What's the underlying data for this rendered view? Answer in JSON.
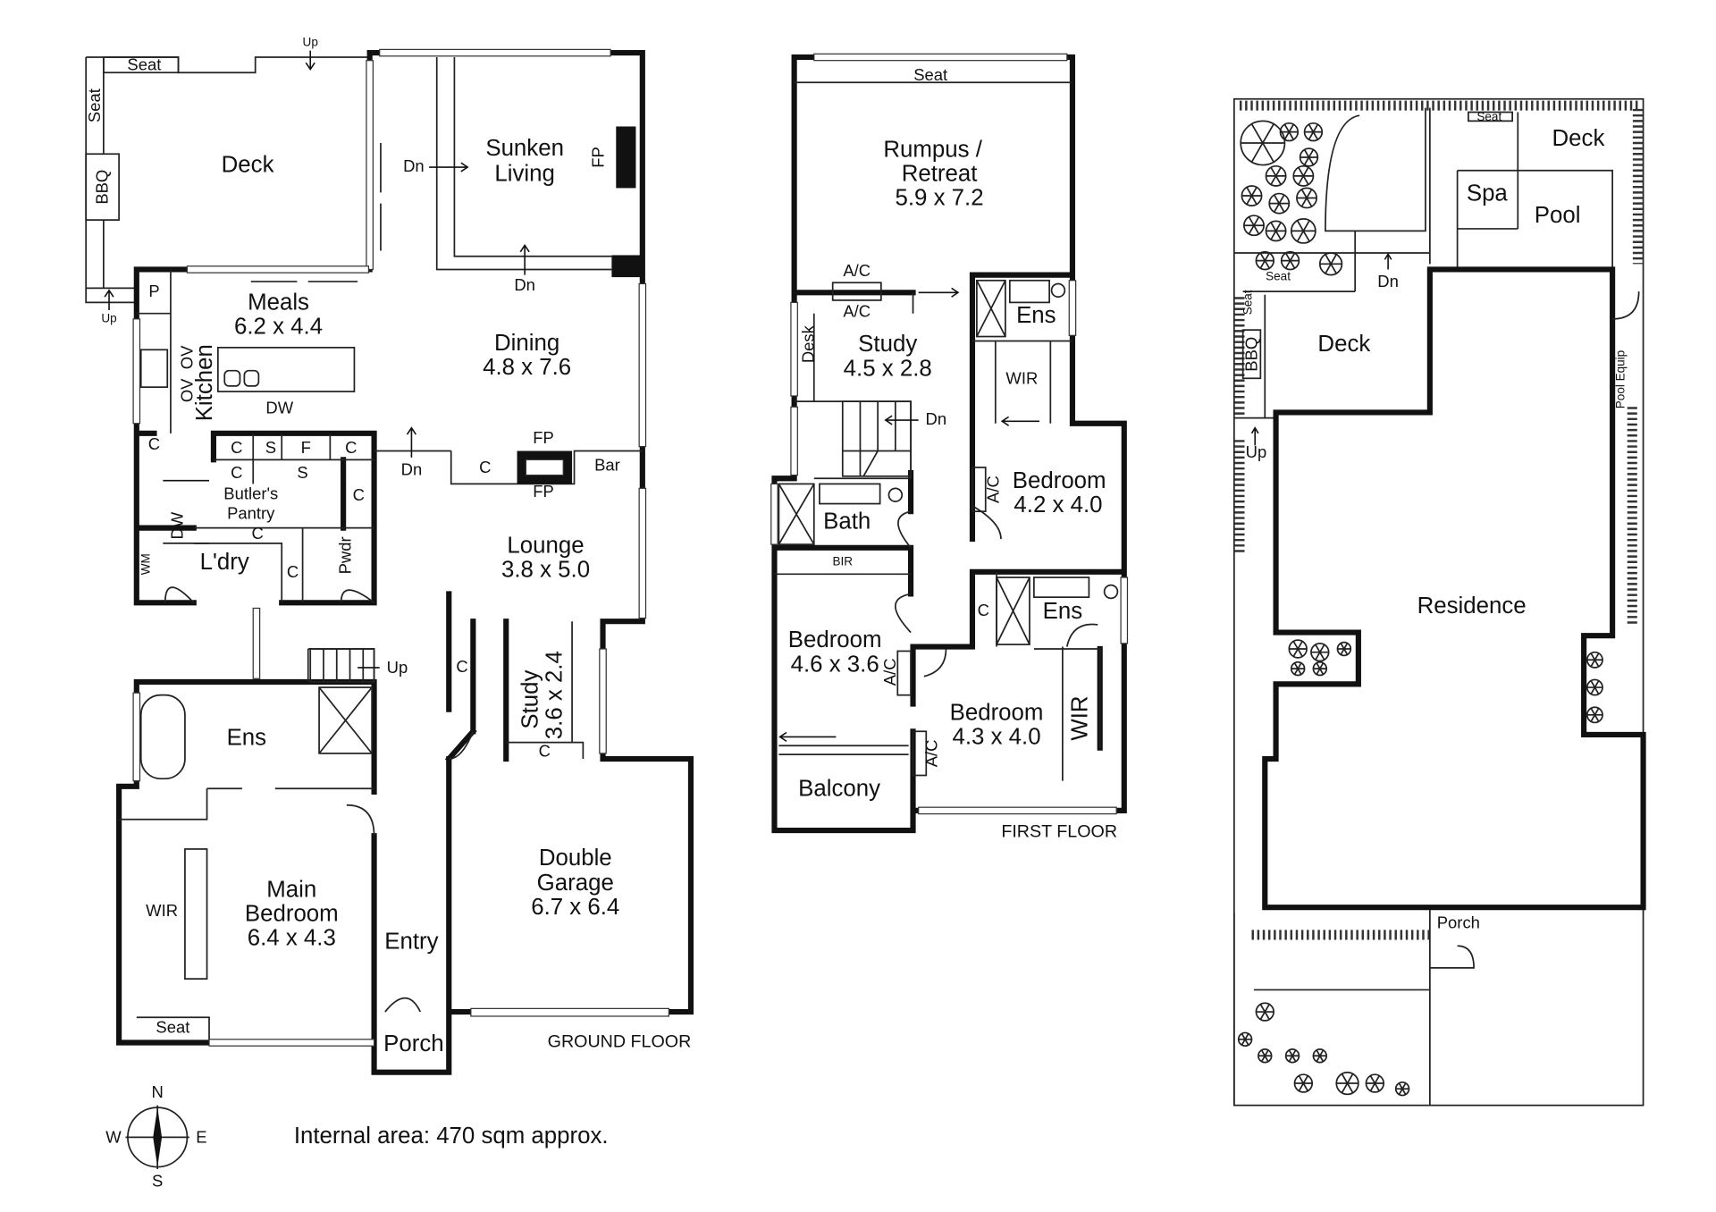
{
  "ground_floor": {
    "title": "GROUND FLOOR",
    "deck_seat_top": "Seat",
    "deck_seat_side": "Seat",
    "deck_up_top": "Up",
    "deck_up_left": "Up",
    "bbq": "BBQ",
    "deck": "Deck",
    "sunken_dn_left": "Dn",
    "sunken_living_1": "Sunken",
    "sunken_living_2": "Living",
    "sunken_fp": "FP",
    "sunken_dn_bottom": "Dn",
    "pantry_p": "P",
    "meals": "Meals",
    "meals_dim": "6.2 x 4.4",
    "dining": "Dining",
    "dining_dim": "4.8 x 7.6",
    "oven_1": "OV",
    "oven_2": "OV",
    "kitchen": "Kitchen",
    "kitchen_dw": "DW",
    "cupboard_1": "C",
    "cupboard_2": "C",
    "sink_1": "S",
    "fridge": "F",
    "cupboard_3": "C",
    "cupboard_4": "C",
    "sink_2": "S",
    "dining_dn": "Dn",
    "fp_top": "FP",
    "fp_c": "C",
    "bar": "Bar",
    "fp_bottom": "FP",
    "butlers_1": "Butler's",
    "butlers_2": "Pantry",
    "cupboard_5": "C",
    "pantry_dw": "DW",
    "cupboard_6": "C",
    "laundry": "L'dry",
    "cupboard_7": "C",
    "powder": "Pwdr",
    "washing_machine": "WM",
    "lounge": "Lounge",
    "lounge_dim": "3.8 x 5.0",
    "stairs_up": "Up",
    "ensuite": "Ens",
    "cupboard_8": "C",
    "study": "Study",
    "study_dim": "3.6 x 2.4",
    "cupboard_9": "C",
    "wir": "WIR",
    "main_bedroom_1": "Main",
    "main_bedroom_2": "Bedroom",
    "main_bedroom_dim": "6.4 x 4.3",
    "entry": "Entry",
    "garage_1": "Double",
    "garage_2": "Garage",
    "garage_dim": "6.7 x 6.4",
    "bedroom_seat": "Seat",
    "porch": "Porch"
  },
  "first_floor": {
    "title": "FIRST FLOOR",
    "seat": "Seat",
    "rumpus_1": "Rumpus /",
    "rumpus_2": "Retreat",
    "rumpus_dim": "5.9 x 7.2",
    "ac_1": "A/C",
    "ac_2": "A/C",
    "desk": "Desk",
    "study": "Study",
    "study_dim": "4.5 x 2.8",
    "stairs_dn": "Dn",
    "ensuite_1": "Ens",
    "wir_1": "WIR",
    "ac_3": "A/C",
    "bedroom_1": "Bedroom",
    "bedroom_1_dim": "4.2 x 4.0",
    "bath": "Bath",
    "bir": "BIR",
    "cupboard": "C",
    "ensuite_2": "Ens",
    "bedroom_2": "Bedroom",
    "bedroom_2_dim": "4.6 x 3.6",
    "ac_4": "A/C",
    "bedroom_3": "Bedroom",
    "bedroom_3_dim": "4.3 x 4.0",
    "wir_2": "WIR",
    "ac_5": "A/C",
    "balcony": "Balcony"
  },
  "site_plan": {
    "seat_1": "Seat",
    "deck_rear": "Deck",
    "spa": "Spa",
    "pool": "Pool",
    "seat_2": "Seat",
    "dn": "Dn",
    "seat_3": "Seat",
    "bbq": "BBQ",
    "deck_side": "Deck",
    "pool_equip": "Pool Equip",
    "up": "Up",
    "residence": "Residence",
    "porch": "Porch"
  },
  "compass": {
    "n": "N",
    "w": "W",
    "e": "E",
    "s": "S"
  },
  "internal_area": "Internal area: 470 sqm approx."
}
